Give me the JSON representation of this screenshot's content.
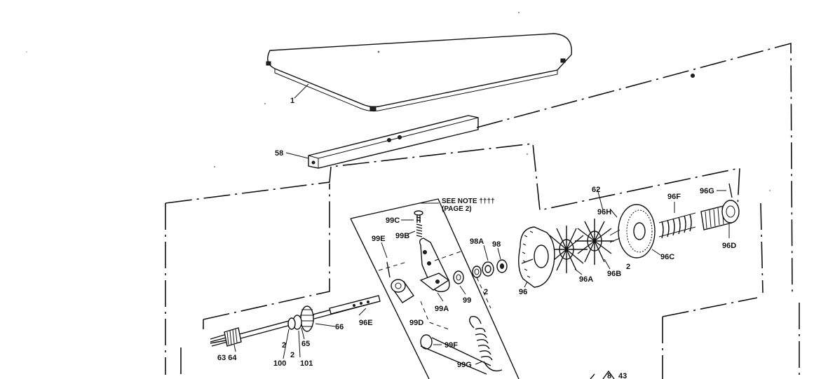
{
  "labels": {
    "p1": "1",
    "p58": "58",
    "p62": "62",
    "p96g": "96G",
    "p96f": "96F",
    "p96h": "96H",
    "p96d": "96D",
    "p96c": "96C",
    "p96b": "96B",
    "p96a": "96A",
    "p96": "96",
    "p2a": "2",
    "p2b": "2",
    "p98a": "98A",
    "p98": "98",
    "p99c": "99C",
    "p99b": "99B",
    "p99e": "99E",
    "p99a": "99A",
    "p99": "99",
    "p99d": "99D",
    "p99f": "99F",
    "p99g": "99G",
    "p96e": "96E",
    "p66": "66",
    "p65": "65",
    "p2c": "2",
    "p2d": "2",
    "p101": "101",
    "p100": "100",
    "p6364": "63  64",
    "p8": "8",
    "p43": "43"
  },
  "note": {
    "line1": "SEE NOTE ††††",
    "line2": "(PAGE 2)"
  }
}
